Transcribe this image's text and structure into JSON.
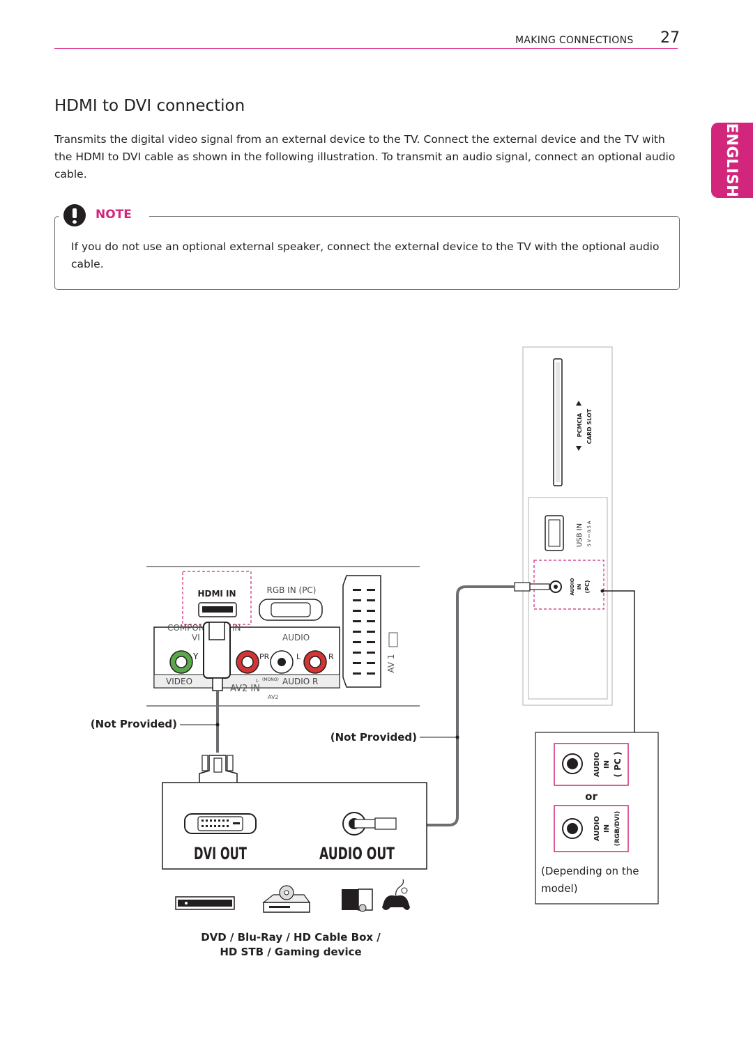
{
  "header": {
    "section": "MAKING CONNECTIONS",
    "page_number": "27"
  },
  "language_tab": "ENGLISH",
  "title": "HDMI to DVI connection",
  "intro": "Transmits the digital video signal from an external device to the TV. Connect the external device and the TV with the HDMI to DVI cable as shown in the following illustration. To transmit an audio signal, connect an optional audio cable.",
  "note": {
    "label": "NOTE",
    "text": "If you do not use an optional external speaker, connect the external device to the TV with the optional audio cable."
  },
  "diagram": {
    "tv_panel": {
      "hdmi_in": "HDMI IN",
      "rgb_in": "RGB IN (PC)",
      "component": "COMPON",
      "component_in": "IN",
      "video_short": "VI",
      "audio": "AUDIO",
      "y": "Y",
      "pr": "PR",
      "l": "L",
      "r": "R",
      "video": "VIDEO",
      "mono": "(MONO)",
      "audio_r": "AUDIO R",
      "l_small": "L",
      "av2_in": "AV2 IN",
      "av2": "AV2",
      "av1": "AV 1"
    },
    "side_panel": {
      "pcmcia": "PCMCIA",
      "card_slot": "CARD SLOT",
      "usb_in": "USB IN",
      "usb_power": "5 V ⎓ 0.5 A",
      "audio": "AUDIO",
      "in": "IN",
      "pc": "(PC)"
    },
    "cable_left": "(Not Provided)",
    "cable_right": "(Not Provided)",
    "device": {
      "dvi_out": "DVI OUT",
      "audio_out": "AUDIO OUT",
      "caption_line1": "DVD / Blu-Ray / HD Cable Box /",
      "caption_line2": "HD STB / Gaming device"
    },
    "variants": {
      "audio": "AUDIO",
      "in": "IN",
      "pc": "( PC )",
      "or": "or",
      "rgb_dvi": "(RGB/DVI)",
      "depending": "(Depending on the model)"
    }
  }
}
